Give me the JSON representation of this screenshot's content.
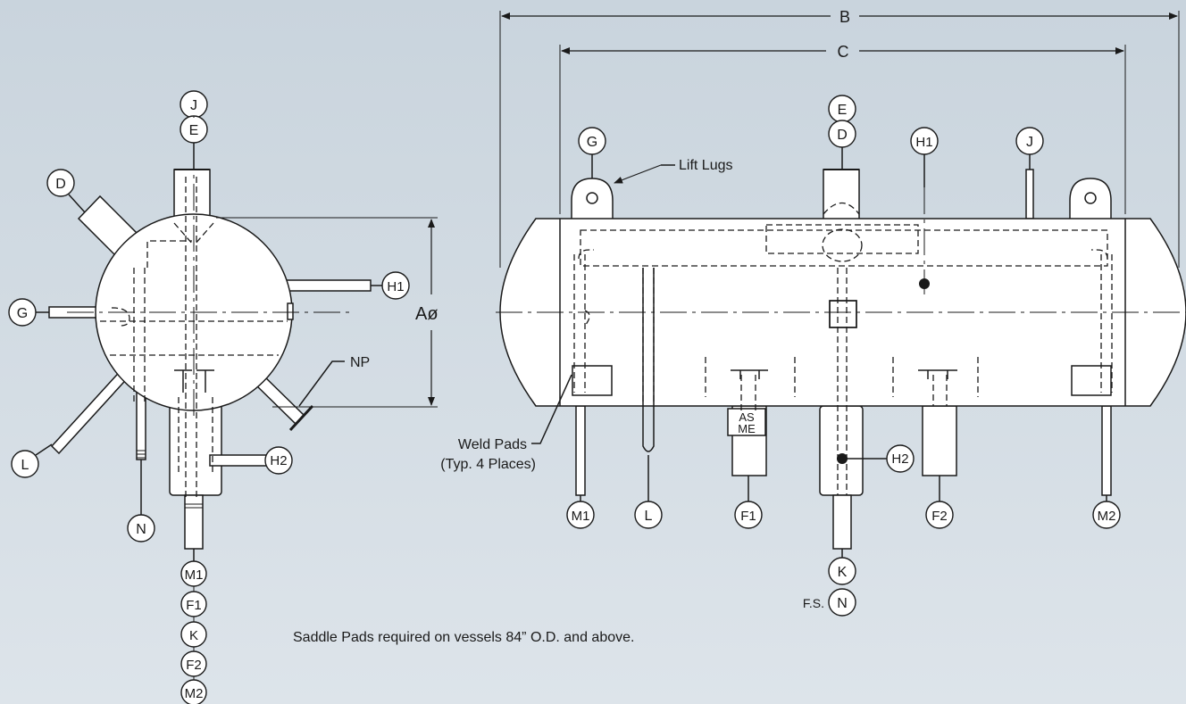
{
  "dimensions": {
    "B": "B",
    "C": "C",
    "A": "Aø"
  },
  "callouts": {
    "lift_lugs": "Lift Lugs",
    "np": "NP",
    "weld_pads_line1": "Weld Pads",
    "weld_pads_line2": "(Typ. 4 Places)",
    "fs": "F.S."
  },
  "note": "Saddle Pads required on vessels 84” O.D. and above.",
  "asme": {
    "top": "AS",
    "bottom": "ME"
  },
  "end_view_labels": {
    "J": "J",
    "E": "E",
    "D": "D",
    "H1": "H1",
    "G": "G",
    "H2": "H2",
    "L": "L",
    "N": "N",
    "bottom_stack": [
      "M1",
      "F1",
      "K",
      "F2",
      "M2"
    ]
  },
  "side_view_labels": {
    "G": "G",
    "E": "E",
    "D": "D",
    "H1": "H1",
    "J": "J",
    "M1": "M1",
    "L": "L",
    "F1": "F1",
    "K": "K",
    "N": "N",
    "F2": "F2",
    "M2": "M2",
    "H2": "H2"
  },
  "colors": {
    "background": "#d3dce4",
    "stroke": "#1a1a1a",
    "vessel_fill": "#ffffff"
  }
}
